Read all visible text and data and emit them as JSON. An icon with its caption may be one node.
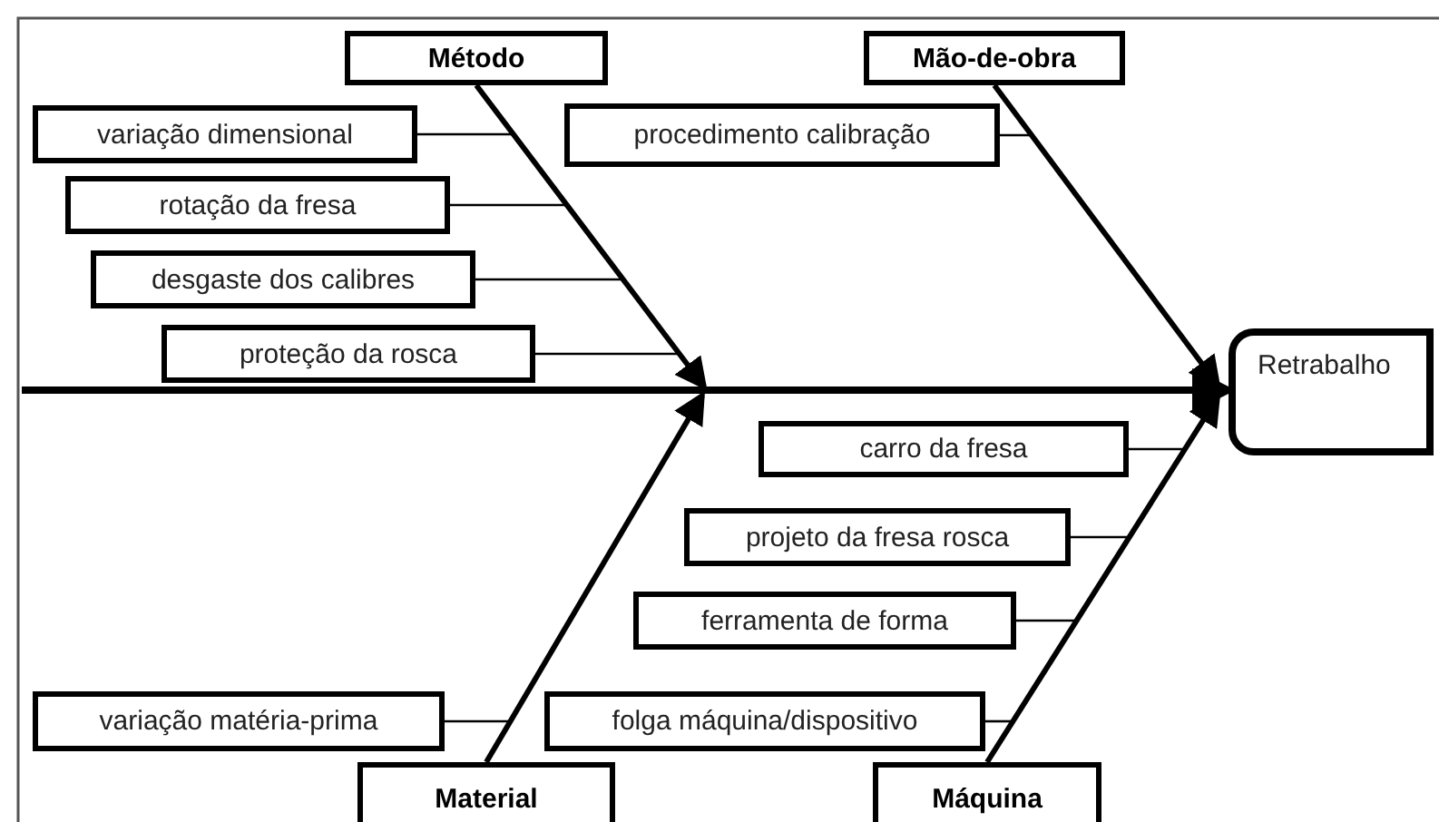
{
  "diagram": {
    "nodes": [
      {
        "text": [
          "Método"
        ]
      },
      {
        "text": [
          "Mão-de-obra"
        ]
      },
      {
        "text": [
          "variação dimensional"
        ]
      },
      {
        "text": [
          "procedimento calibração"
        ]
      },
      {
        "text": [
          "rotação da fresa"
        ]
      },
      {
        "text": [
          "desgaste dos calibres"
        ]
      },
      {
        "text": [
          "proteção da rosca"
        ]
      },
      {
        "text": [
          "Retrabalho"
        ]
      },
      {
        "text": [
          "carro da fresa"
        ]
      },
      {
        "text": [
          "projeto da fresa rosca"
        ]
      },
      {
        "text": [
          "ferramenta de forma"
        ]
      },
      {
        "text": [
          "variação matéria-prima"
        ]
      },
      {
        "text": [
          "folga máquina/dispositivo"
        ]
      },
      {
        "text": [
          "Material"
        ]
      },
      {
        "text": [
          "Máquina"
        ]
      }
    ],
    "edges": [
      {
        "from": null,
        "to": 7,
        "arrow": "to",
        "style": "thick"
      },
      {
        "from": 0,
        "to": null,
        "arrow": "to",
        "style": "thick"
      },
      {
        "from": 1,
        "to": 7,
        "arrow": "to",
        "style": "thick"
      },
      {
        "from": 13,
        "to": null,
        "arrow": "to",
        "style": "thick"
      },
      {
        "from": 14,
        "to": 7,
        "arrow": "to",
        "style": "thick"
      },
      {
        "from": 2,
        "to": null,
        "arrow": "none"
      },
      {
        "from": 4,
        "to": null,
        "arrow": "none"
      },
      {
        "from": 5,
        "to": null,
        "arrow": "none"
      },
      {
        "from": 6,
        "to": null,
        "arrow": "none"
      },
      {
        "from": 3,
        "to": null,
        "arrow": "none"
      },
      {
        "from": 8,
        "to": null,
        "arrow": "none"
      },
      {
        "from": 9,
        "to": null,
        "arrow": "none"
      },
      {
        "from": 10,
        "to": null,
        "arrow": "none"
      },
      {
        "from": 11,
        "to": null,
        "arrow": "none"
      },
      {
        "from": 12,
        "to": null,
        "arrow": "none"
      }
    ]
  }
}
